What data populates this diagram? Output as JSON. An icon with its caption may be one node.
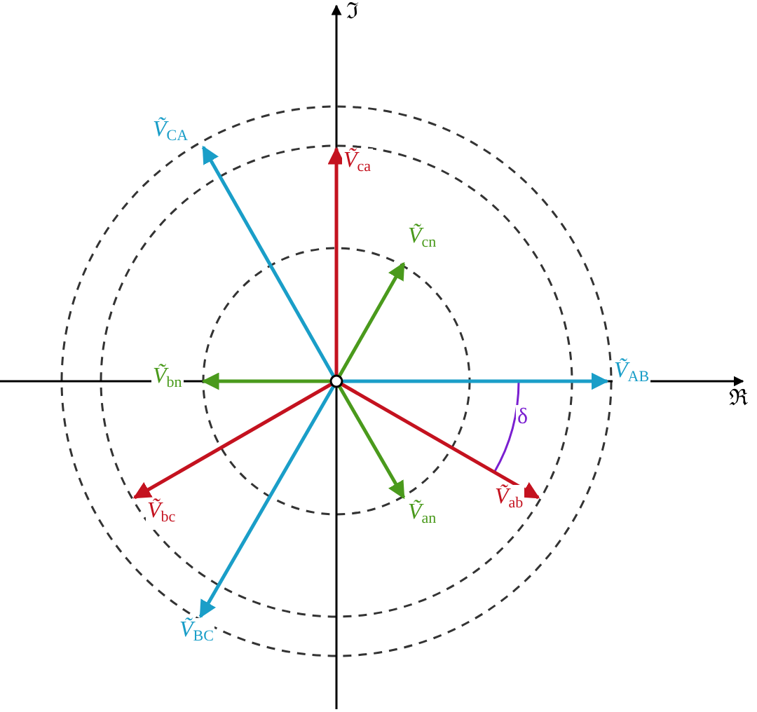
{
  "diagram": {
    "nodes": [
      {
        "text": [
          "*Ṽ*$_{CA}$"
        ]
      },
      {
        "text": [
          "*Ṽ*$_{ca}$"
        ]
      },
      {
        "text": [
          "*Ṽ*$_{cn}$"
        ]
      },
      {
        "text": [
          "*Ṽ*$_{bn}$"
        ]
      },
      {
        "text": [],
        "shape": "circle"
      },
      {
        "text": [
          "*Ṽ*$_{AB}$"
        ]
      },
      {
        "text": [
          "*Ṽ*$_{ab}$"
        ]
      },
      {
        "text": [
          "*Ṽ*$_{bc}$"
        ]
      },
      {
        "text": [
          "*Ṽ*$_{an}$"
        ]
      },
      {
        "text": [
          "*Ṽ*$_{BC}$"
        ]
      }
    ],
    "edges": [
      {
        "from": 4,
        "to": 5,
        "arrow": "to",
        "color": "#1a9ec8"
      },
      {
        "from": 4,
        "to": 0,
        "arrow": "to",
        "color": "#1a9ec8"
      },
      {
        "from": 4,
        "to": 9,
        "arrow": "to",
        "color": "#1a9ec8"
      },
      {
        "from": 4,
        "to": 6,
        "arrow": "to",
        "color": "#c4121f"
      },
      {
        "from": 4,
        "to": 1,
        "arrow": "to",
        "color": "#c4121f"
      },
      {
        "from": 4,
        "to": 7,
        "arrow": "to",
        "color": "#c4121f"
      },
      {
        "from": 4,
        "to": 8,
        "arrow": "to",
        "color": "#4a9a1c"
      },
      {
        "from": 4,
        "to": 2,
        "arrow": "to",
        "color": "#4a9a1c"
      },
      {
        "from": 4,
        "to": 3,
        "arrow": "to",
        "color": "#4a9a1c"
      }
    ],
    "labels": [
      "ℑ",
      "ℜ",
      "δ"
    ]
  }
}
